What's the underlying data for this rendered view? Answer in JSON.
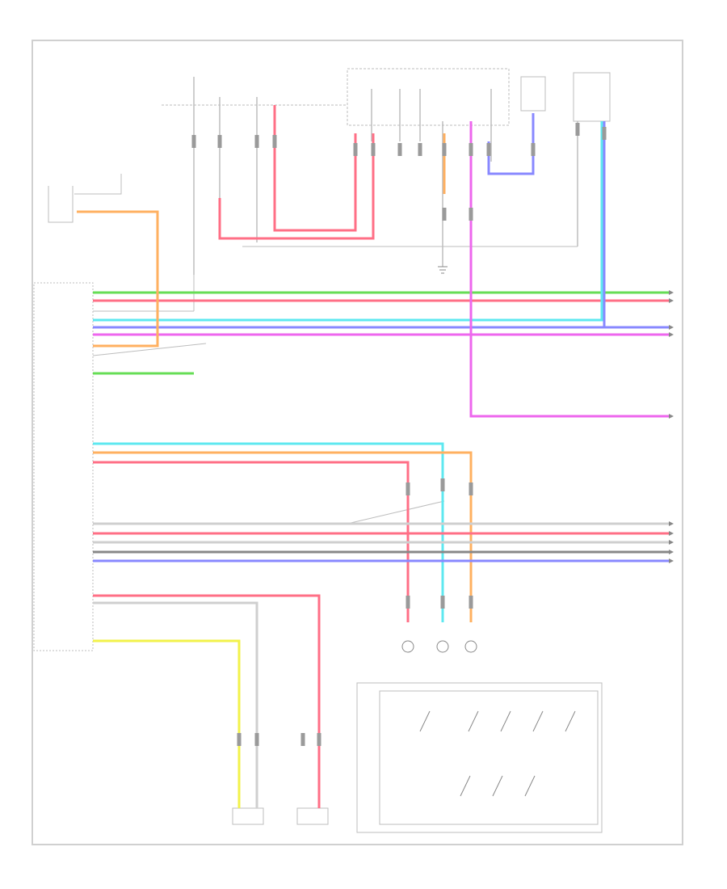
{
  "diagram": {
    "colors": {
      "border": "#d0d0d0",
      "thin_wire": "#bdbdbd",
      "connector": "#9a9a9a",
      "green": "#66dd55",
      "red": "#ff6f86",
      "cyan": "#5ee8f0",
      "blue": "#8888ff",
      "magenta": "#ee66ee",
      "orange": "#ffb060",
      "yellow": "#f2f24a",
      "gray": "#cfcfcf",
      "dark_gray": "#888888"
    },
    "wires": [
      {
        "color": "green"
      },
      {
        "color": "red"
      },
      {
        "color": "cyan"
      },
      {
        "color": "blue"
      },
      {
        "color": "magenta"
      },
      {
        "color": "orange"
      },
      {
        "color": "green"
      },
      {
        "color": "magenta"
      },
      {
        "color": "cyan"
      },
      {
        "color": "orange"
      },
      {
        "color": "red"
      },
      {
        "color": "gray"
      },
      {
        "color": "red"
      },
      {
        "color": "gray"
      },
      {
        "color": "dark_gray"
      },
      {
        "color": "blue"
      },
      {
        "color": "red"
      },
      {
        "color": "gray"
      },
      {
        "color": "yellow"
      },
      {
        "color": "red"
      },
      {
        "color": "red"
      },
      {
        "color": "blue"
      },
      {
        "color": "orange"
      }
    ]
  }
}
